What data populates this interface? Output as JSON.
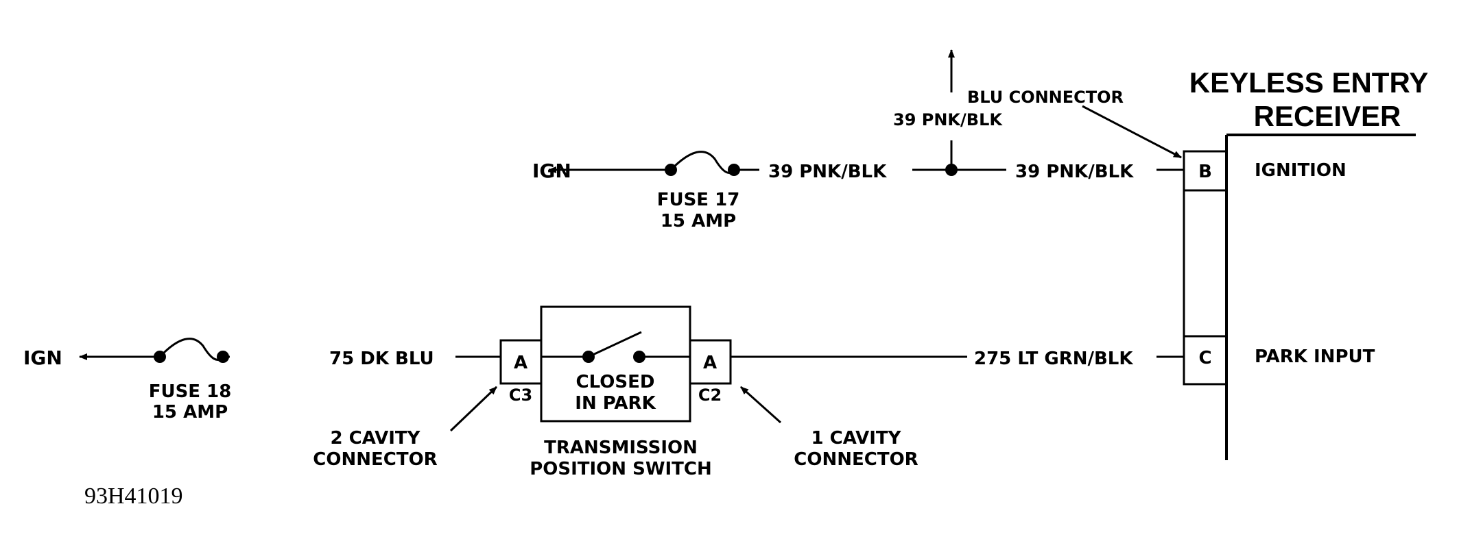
{
  "receiver": {
    "title_line1": "KEYLESS ENTRY",
    "title_line2": "RECEIVER",
    "pin_b": "B",
    "pin_b_label": "IGNITION",
    "pin_c": "C",
    "pin_c_label": "PARK INPUT"
  },
  "upper_circuit": {
    "ign": "IGN",
    "fuse_name": "FUSE 17",
    "fuse_rating": "15 AMP",
    "wire_left": "39 PNK/BLK",
    "wire_up": "39 PNK/BLK",
    "wire_right": "39 PNK/BLK",
    "connector_note": "BLU CONNECTOR"
  },
  "lower_circuit": {
    "ign": "IGN",
    "fuse_name": "FUSE 18",
    "fuse_rating": "15 AMP",
    "wire_left": "75 DK BLU",
    "wire_right": "275 LT GRN/BLK"
  },
  "switch": {
    "pin_left": "A",
    "pin_right": "A",
    "conn_left": "C3",
    "conn_right": "C2",
    "state_line1": "CLOSED",
    "state_line2": "IN PARK",
    "name_line1": "TRANSMISSION",
    "name_line2": "POSITION SWITCH",
    "left_conn_line1": "2 CAVITY",
    "left_conn_line2": "CONNECTOR",
    "right_conn_line1": "1 CAVITY",
    "right_conn_line2": "CONNECTOR"
  },
  "figure_id": "93H41019"
}
